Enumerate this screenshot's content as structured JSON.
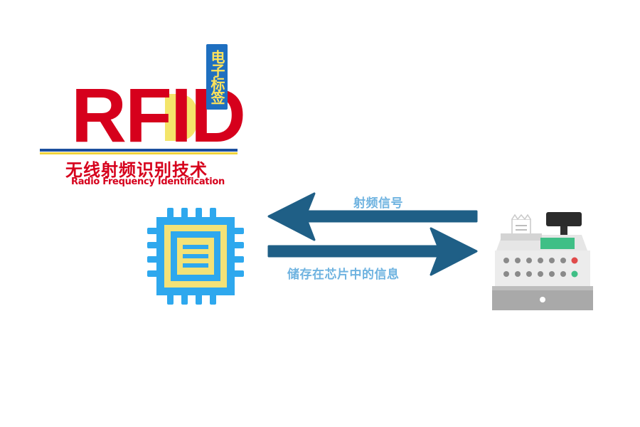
{
  "logo": {
    "letters": "RFID",
    "tag": "电子标签",
    "subtitle_cn": "无线射频识别技术",
    "subtitle_en": "Radio Frequency Identification"
  },
  "arrows": {
    "top_label": "射频信号",
    "bottom_label": "储存在芯片中的信息"
  },
  "icons": {
    "chip": "rfid-chip-icon",
    "reader": "cash-register-reader-icon"
  },
  "colors": {
    "brand_red": "#d6001c",
    "tag_blue": "#1e6fc0",
    "chip_blue": "#2ea8ee",
    "chip_yellow": "#f3e277",
    "arrow_teal": "#1f5f86",
    "label_blue": "#6fb3e0",
    "register_green": "#3fbf86"
  }
}
